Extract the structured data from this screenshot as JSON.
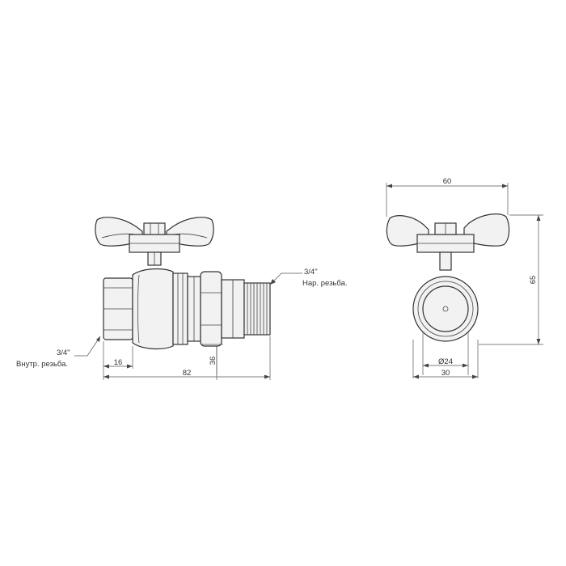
{
  "drawing": {
    "front_view": {
      "dim_16": "16",
      "dim_82": "82",
      "dim_36": "36",
      "male_thread_size": "3/4\"",
      "male_thread_label": "Нар. резьба.",
      "female_thread_size": "3/4\"",
      "female_thread_label": "Внутр. резьба."
    },
    "side_view": {
      "dim_60": "60",
      "dim_65": "65",
      "dim_d24": "Ø24",
      "dim_30": "30"
    }
  }
}
